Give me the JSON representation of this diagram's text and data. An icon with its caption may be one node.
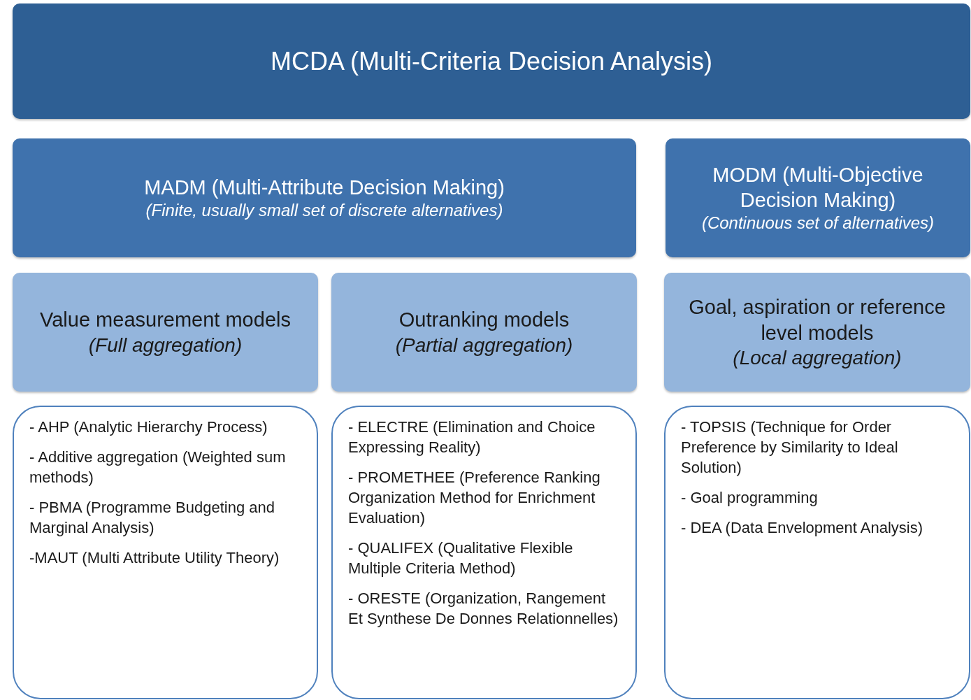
{
  "diagram": {
    "nodes": [
      {
        "text": [
          "MCDA (Multi-Criteria Decision Analysis)"
        ]
      },
      {
        "text": [
          "MADM (Multi-Attribute Decision Making)",
          "(Finite, usually small set of discrete alternatives)"
        ]
      },
      {
        "text": [
          "MODM (Multi-Objective Decision Making)",
          "(Continuous set of alternatives)"
        ]
      },
      {
        "text": [
          "Value measurement models",
          "(Full aggregation)"
        ]
      },
      {
        "text": [
          "Outranking models",
          "(Partial aggregation)"
        ]
      },
      {
        "text": [
          "Goal, aspiration or reference level models",
          "(Local aggregation)"
        ]
      },
      {
        "text": [
          "- AHP (Analytic Hierarchy Process)",
          "- Additive aggregation (Weighted sum methods)",
          "- PBMA (Programme Budgeting and Marginal Analysis)",
          "-MAUT (Multi Attribute Utility Theory)"
        ]
      },
      {
        "text": [
          "- ELECTRE (Elimination and Choice Expressing Reality)",
          "- PROMETHEE (Preference Ranking Organization Method for Enrichment Evaluation)",
          "- QUALIFEX (Qualitative Flexible Multiple Criteria Method)",
          "- ORESTE (Organization, Rangement Et Synthese De Donnes Relationnelles)"
        ]
      },
      {
        "text": [
          "- TOPSIS (Technique for Order Preference by Similarity to Ideal Solution)",
          "- Goal programming",
          "- DEA (Data Envelopment Analysis)"
        ]
      }
    ]
  }
}
